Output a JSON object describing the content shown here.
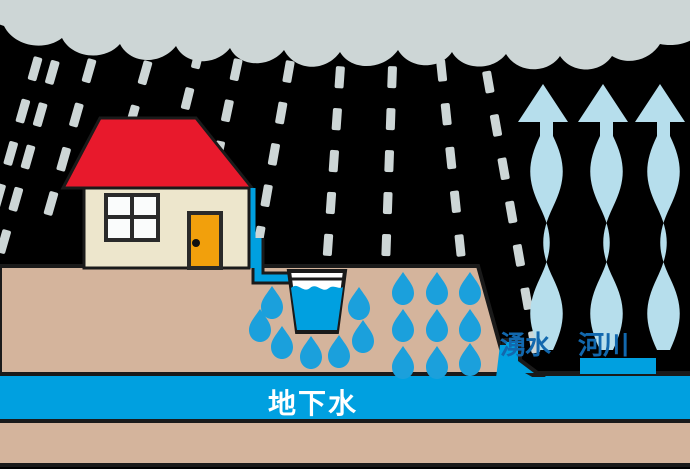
{
  "diagram": {
    "title": "water-cycle-groundwater-illustration",
    "labels": {
      "spring_water": "湧水",
      "river": "河川",
      "groundwater": "地下水"
    },
    "colors": {
      "sky": "#000000",
      "cloud": "#CDD6D6",
      "rain_streak": "#CDD6D6",
      "roof": "#E8192C",
      "wall": "#EDE6CC",
      "window_glass": "#FAFCFC",
      "door": "#F2A00C",
      "outline": "#1A1A1A",
      "soil": "#D4B49C",
      "water_blue": "#00A0E0",
      "pipe_blue": "#00A0E0",
      "evaporation_arrow": "#B6DEEC",
      "label_blue": "#1268AE",
      "label_white": "#FFFFFF"
    },
    "elements": {
      "cloud": "rain-cloud",
      "rain": "rain-streaks",
      "house": "house-with-red-roof",
      "downspout": "rain-gutter-downspout",
      "glass": "water-glass",
      "droplets_arc": "infiltration-droplets-arc",
      "droplets_grid": "infiltration-droplets-grid",
      "groundwater_band": "groundwater-layer",
      "spring": "spring-outflow",
      "river_band": "river-water",
      "evaporation": "evaporation-arrows"
    },
    "counts": {
      "evaporation_arrows": 3,
      "droplet_grid_rows": 3,
      "droplet_grid_cols": 3,
      "droplets_arc": 8,
      "window_panes": 4
    }
  }
}
